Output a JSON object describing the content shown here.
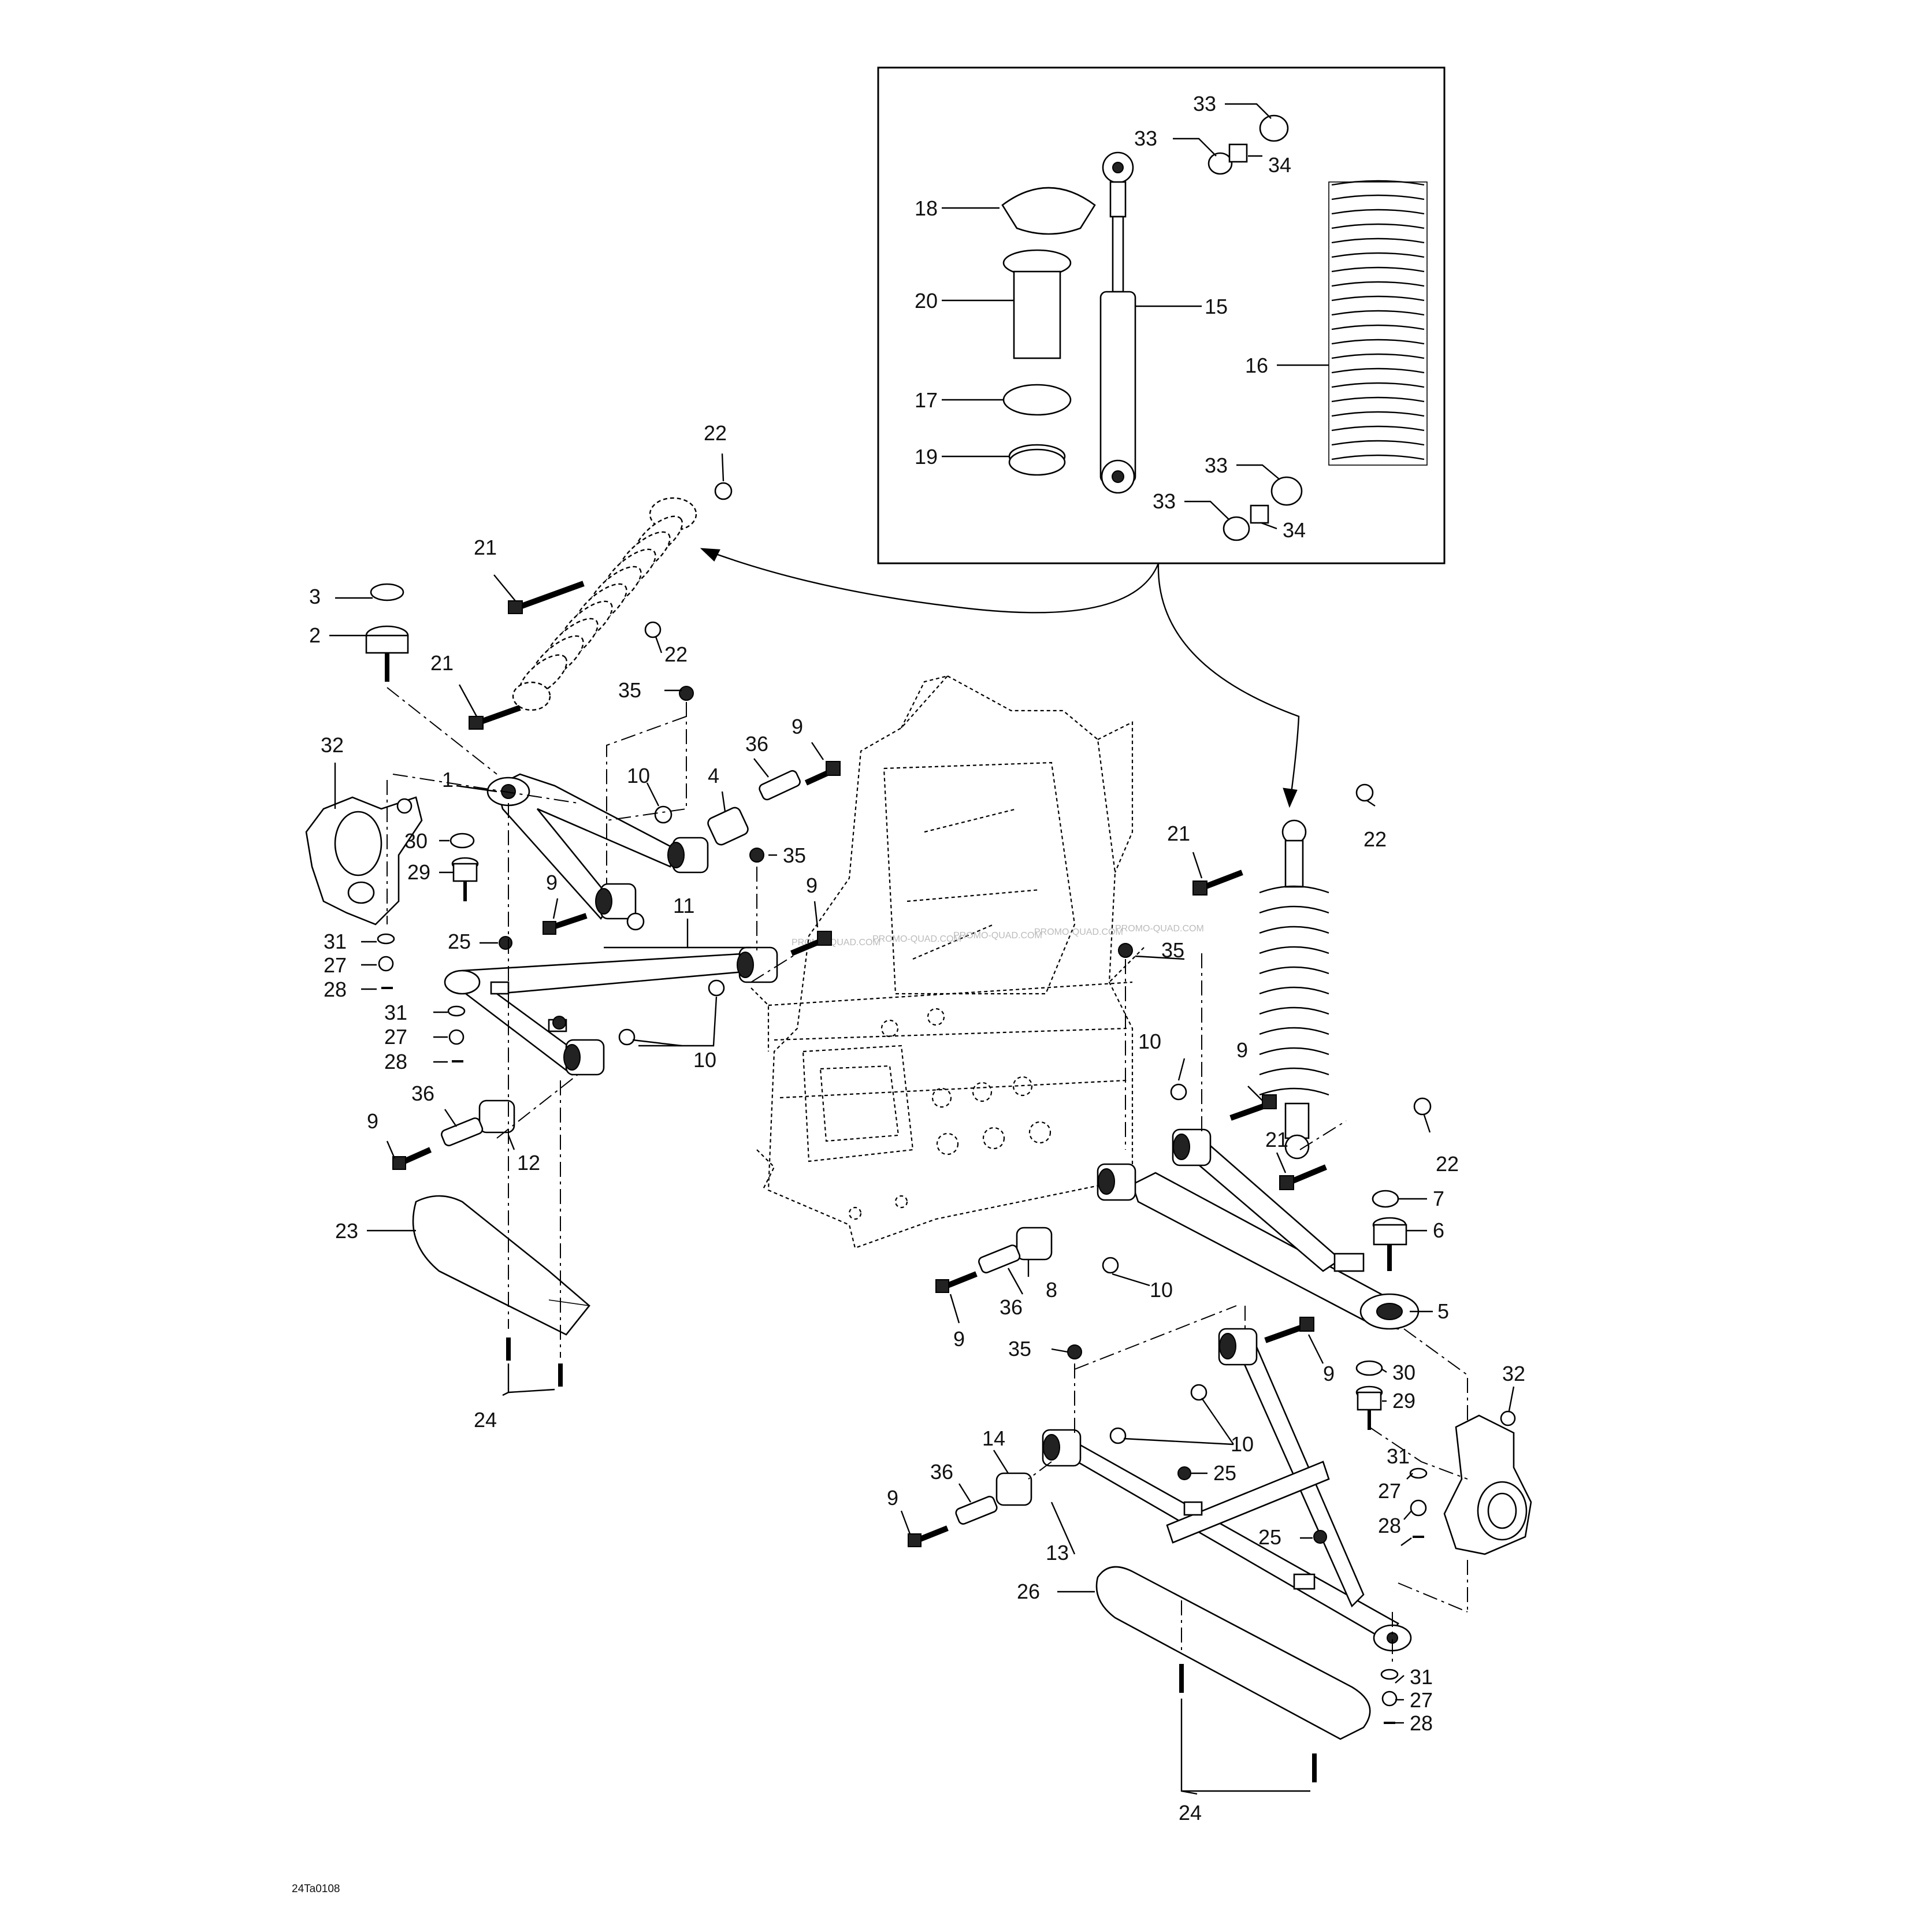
{
  "diagram": {
    "document_code": "24Ta0108",
    "watermark": "PROMO-QUAD.COM",
    "callouts": {
      "c1": "1",
      "c2": "2",
      "c3": "3",
      "c4": "4",
      "c5": "5",
      "c6": "6",
      "c7": "7",
      "c8": "8",
      "c9a": "9",
      "c9b": "9",
      "c9c": "9",
      "c9d": "9",
      "c9e": "9",
      "c9f": "9",
      "c9g": "9",
      "c9h": "9",
      "c10a": "10",
      "c10b": "10",
      "c10c": "10",
      "c10d": "10",
      "c10e": "10",
      "c11": "11",
      "c12": "12",
      "c13": "13",
      "c14": "14",
      "c15": "15",
      "c16": "16",
      "c17": "17",
      "c18": "18",
      "c19": "19",
      "c20": "20",
      "c21a": "21",
      "c21b": "21",
      "c21c": "21",
      "c21d": "21",
      "c22a": "22",
      "c22b": "22",
      "c22c": "22",
      "c22d": "22",
      "c23": "23",
      "c24a": "24",
      "c24b": "24",
      "c25a": "25",
      "c25b": "25",
      "c25c": "25",
      "c26": "26",
      "c27a": "27",
      "c27b": "27",
      "c27c": "27",
      "c27d": "27",
      "c28a": "28",
      "c28b": "28",
      "c28c": "28",
      "c28d": "28",
      "c29a": "29",
      "c29b": "29",
      "c30a": "30",
      "c30b": "30",
      "c31a": "31",
      "c31b": "31",
      "c31c": "31",
      "c31d": "31",
      "c32a": "32",
      "c32b": "32",
      "c33a": "33",
      "c33b": "33",
      "c33c": "33",
      "c33d": "33",
      "c34a": "34",
      "c34b": "34",
      "c35a": "35",
      "c35b": "35",
      "c35c": "35",
      "c35d": "35",
      "c36a": "36",
      "c36b": "36",
      "c36c": "36",
      "c36d": "36"
    }
  }
}
